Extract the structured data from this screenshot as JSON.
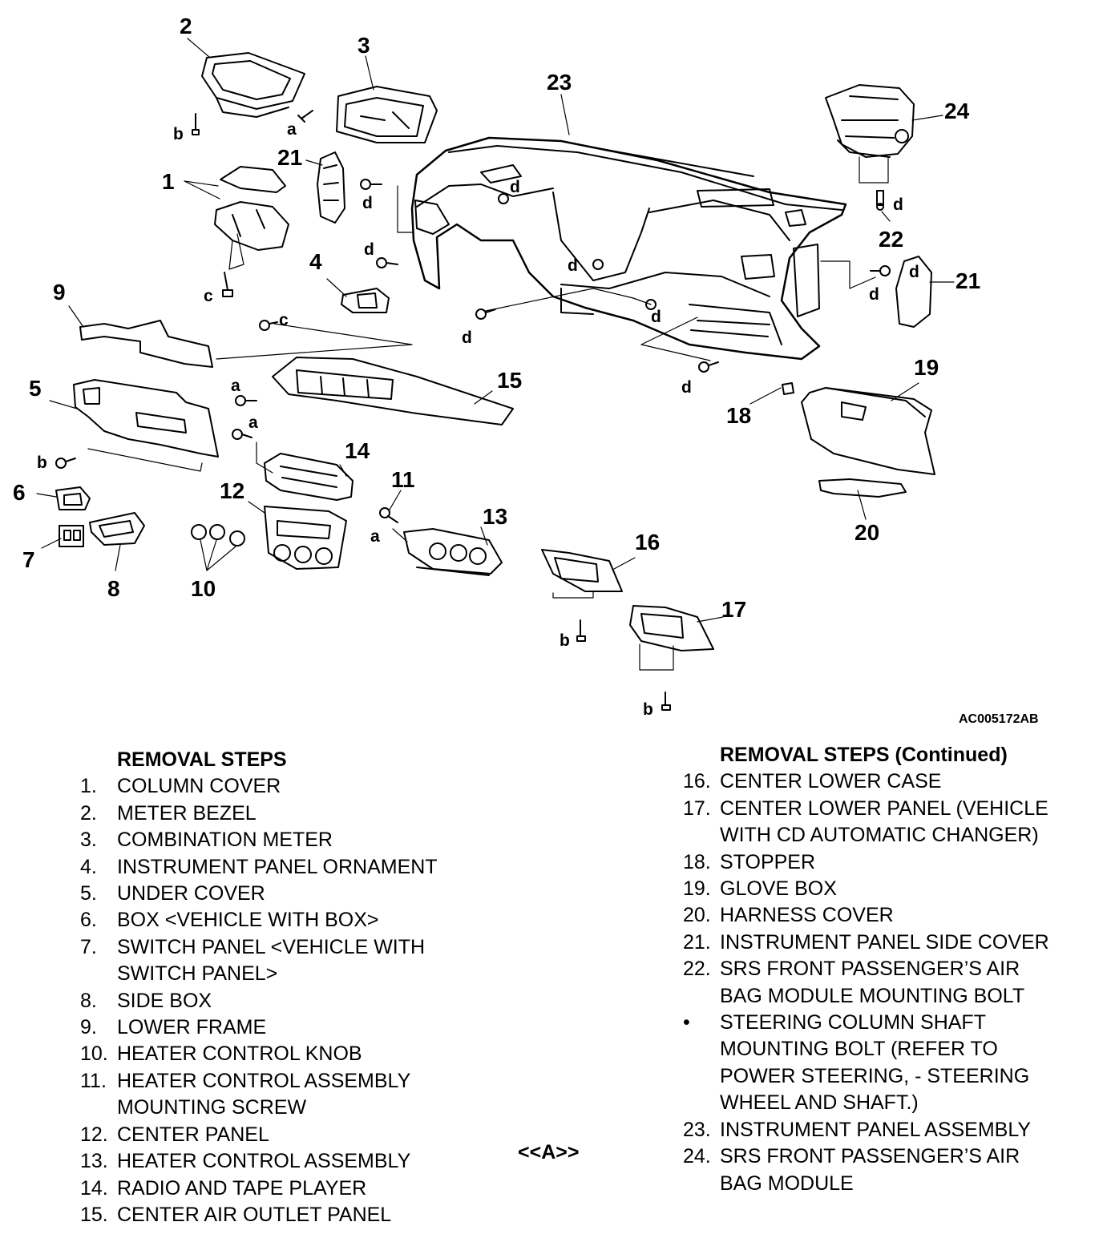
{
  "figure_code": "AC005172AB",
  "callouts": [
    "1",
    "2",
    "3",
    "4",
    "5",
    "6",
    "7",
    "8",
    "9",
    "10",
    "11",
    "12",
    "13",
    "14",
    "15",
    "16",
    "17",
    "18",
    "19",
    "20",
    "21",
    "21",
    "22",
    "23",
    "24"
  ],
  "fastener_letters": [
    "a",
    "a",
    "a",
    "a",
    "b",
    "b",
    "b",
    "b",
    "c",
    "c",
    "d",
    "d",
    "d",
    "d",
    "d",
    "d",
    "d",
    "d",
    "d",
    "d"
  ],
  "steps_left": {
    "header": "REMOVAL STEPS",
    "items": [
      {
        "num": "1.",
        "text": "COLUMN COVER"
      },
      {
        "num": "2.",
        "text": "METER BEZEL"
      },
      {
        "num": "3.",
        "text": "COMBINATION METER"
      },
      {
        "num": "4.",
        "text": "INSTRUMENT PANEL ORNAMENT"
      },
      {
        "num": "5.",
        "text": "UNDER COVER"
      },
      {
        "num": "6.",
        "text": "BOX <VEHICLE WITH BOX>"
      },
      {
        "num": "7.",
        "text": "SWITCH PANEL <VEHICLE WITH"
      },
      {
        "num": "",
        "text": "SWITCH PANEL>"
      },
      {
        "num": "8.",
        "text": "SIDE BOX"
      },
      {
        "num": "9.",
        "text": "LOWER FRAME"
      },
      {
        "num": "10.",
        "text": "HEATER CONTROL KNOB"
      },
      {
        "num": "11.",
        "text": "HEATER CONTROL ASSEMBLY"
      },
      {
        "num": "",
        "text": "MOUNTING SCREW"
      },
      {
        "num": "12.",
        "text": "CENTER PANEL"
      },
      {
        "num": "13.",
        "text": "HEATER CONTROL ASSEMBLY"
      },
      {
        "num": "14.",
        "text": "RADIO AND TAPE PLAYER"
      },
      {
        "num": "15.",
        "text": "CENTER AIR OUTLET PANEL"
      }
    ]
  },
  "annotation_13": "<<A>>",
  "steps_right": {
    "header": "REMOVAL STEPS (Continued)",
    "items": [
      {
        "num": "16.",
        "text": "CENTER LOWER CASE"
      },
      {
        "num": "17.",
        "text": "CENTER LOWER PANEL (VEHICLE"
      },
      {
        "num": "",
        "text": "WITH CD AUTOMATIC CHANGER)"
      },
      {
        "num": "18.",
        "text": "STOPPER"
      },
      {
        "num": "19.",
        "text": "GLOVE BOX"
      },
      {
        "num": "20.",
        "text": "HARNESS COVER"
      },
      {
        "num": "21.",
        "text": "INSTRUMENT PANEL SIDE COVER"
      },
      {
        "num": "22.",
        "text": "SRS FRONT PASSENGER’S AIR"
      },
      {
        "num": "",
        "text": "BAG MODULE MOUNTING BOLT"
      },
      {
        "num": "•",
        "text": "STEERING COLUMN SHAFT"
      },
      {
        "num": "",
        "text": "MOUNTING BOLT (REFER TO"
      },
      {
        "num": "",
        "text": "POWER STEERING, - STEERING"
      },
      {
        "num": "",
        "text": "WHEEL AND SHAFT.)"
      },
      {
        "num": "23.",
        "text": "INSTRUMENT PANEL ASSEMBLY"
      },
      {
        "num": "24.",
        "text": "SRS FRONT PASSENGER’S AIR"
      },
      {
        "num": "",
        "text": "BAG MODULE"
      }
    ]
  }
}
